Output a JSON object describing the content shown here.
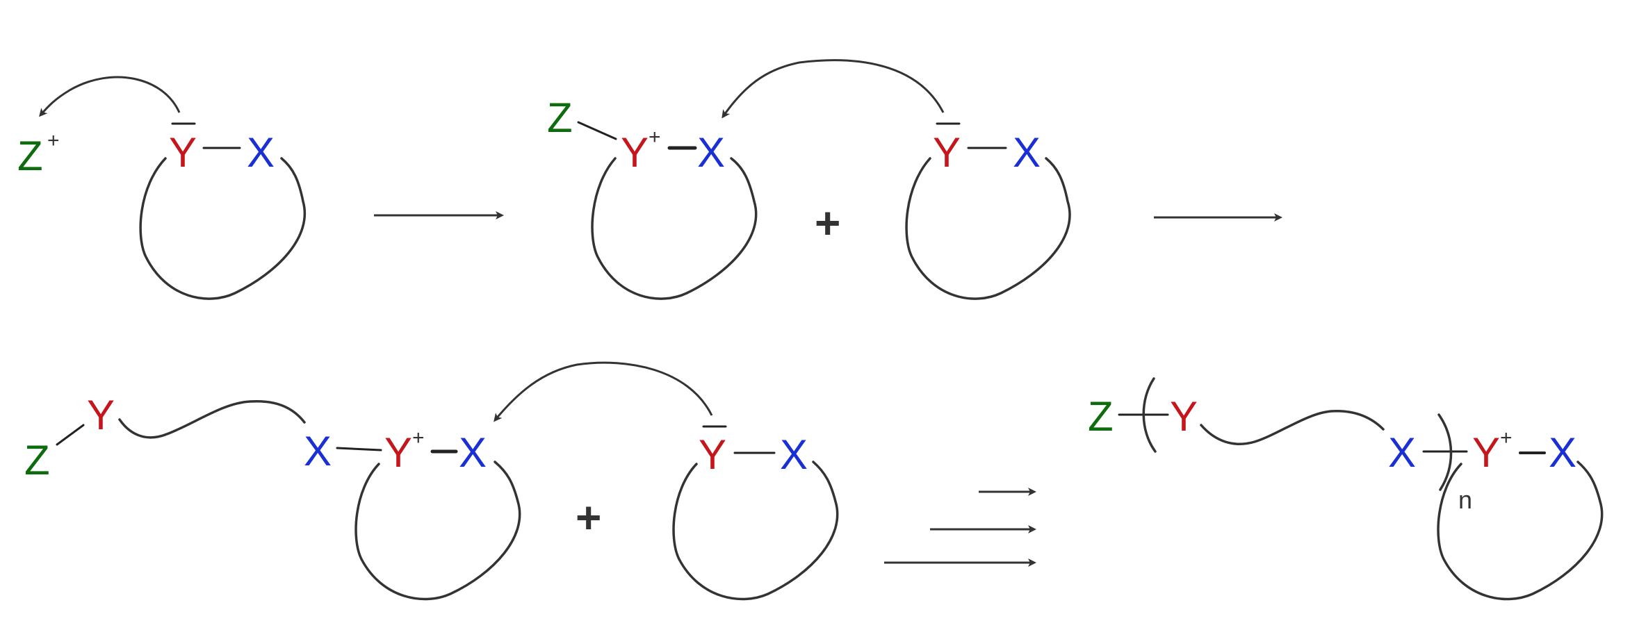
{
  "colors": {
    "Z": "#0e6b0e",
    "Y": "#c4161c",
    "X": "#1a2fd4",
    "ink": "#333333"
  },
  "labels": {
    "Z": "Z",
    "Y": "Y",
    "X": "X",
    "plus_charge": "+",
    "plus_sign": "+",
    "repeat": "n"
  }
}
